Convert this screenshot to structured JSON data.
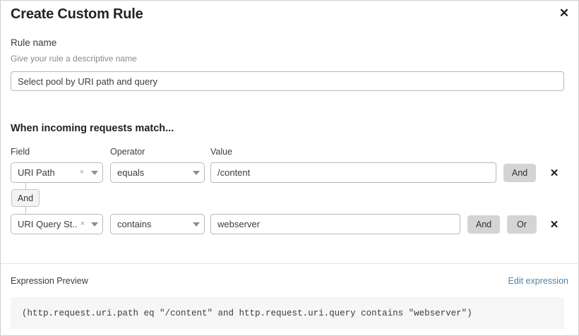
{
  "dialog": {
    "title": "Create Custom Rule",
    "close_icon": "close-icon"
  },
  "rule_name": {
    "label": "Rule name",
    "description": "Give your rule a descriptive name",
    "value": "Select pool by URI path and query",
    "placeholder": "Select pool by URI path and query"
  },
  "match": {
    "heading": "When incoming requests match...",
    "columns": {
      "field": "Field",
      "operator": "Operator",
      "value": "Value"
    },
    "connector": {
      "label": "And"
    },
    "rows": [
      {
        "field": "URI Path",
        "operator": "equals",
        "value": "/content",
        "value_placeholder": "Value",
        "clear_icon": "×",
        "caret_icon": "chevron-down-icon",
        "buttons": [
          "And"
        ],
        "delete_icon": "✕"
      },
      {
        "field": "URI Query St...",
        "operator": "contains",
        "value": "webserver",
        "value_placeholder": "Value",
        "clear_icon": "×",
        "caret_icon": "chevron-down-icon",
        "buttons": [
          "And",
          "Or"
        ],
        "delete_icon": "✕"
      }
    ]
  },
  "expression": {
    "label": "Expression Preview",
    "edit_link": "Edit expression",
    "code": "(http.request.uri.path eq \"/content\" and http.request.uri.query contains \"webserver\")"
  },
  "colors": {
    "link": "#4e84a8",
    "button_bg": "#d4d4d4",
    "code_bg": "#f6f6f6",
    "border": "#b9b9b9"
  }
}
